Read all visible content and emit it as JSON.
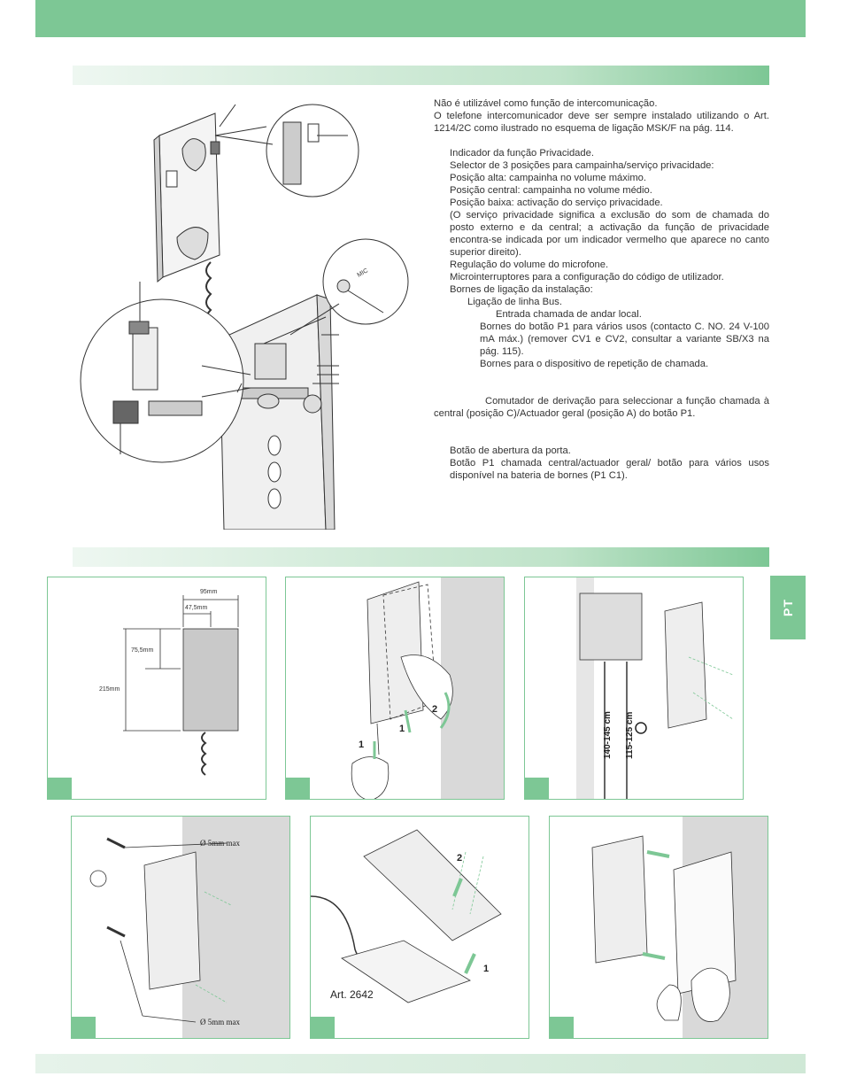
{
  "side_tab": "PT",
  "text": {
    "intro_1": "Não é utilizável como função de intercomunicação.",
    "intro_2": "O telefone intercomunicador deve ser sempre instalado utilizando o Art. 1214/2C como ilustrado no esquema de ligação MSK/F na pág. 114.",
    "items": [
      "Indicador da função Privacidade.",
      "Selector de 3 posições para campainha/serviço privacidade:",
      "Posição alta: campainha no volume máximo.",
      "Posição central: campainha no volume médio.",
      "Posição baixa: activação do serviço privacidade.",
      "(O serviço privacidade significa a exclusão do som de chamada do posto externo e da central; a activação da função de privacidade encontra-se indicada por um indicador vermelho que aparece no canto superior direito).",
      "Regulação do volume do microfone.",
      "Microinterruptores para a configuração do código de utilizador.",
      "Bornes de ligação da instalação:"
    ],
    "sub_bus": "Ligação de linha Bus.",
    "sub_floor": "Entrada chamada de andar local.",
    "sub_p1": "Bornes do botão P1 para vários usos (contacto C. NO. 24 V-100 mA máx.) (remover CV1 e CV2, consultar a variante SB/X3 na pág. 115).",
    "sub_repeat": "Bornes para o dispositivo de repetição de chamada.",
    "switch": "Comutador de derivação para seleccionar a função chamada à central (posição C)/Actuador geral (posição A) do botão P1.",
    "door": "Botão de abertura da porta.",
    "p1": "Botão P1 chamada central/actuador geral/ botão para vários usos disponível na bateria de bornes (P1 C1)."
  },
  "figure_main": {
    "mic_label": "MIC"
  },
  "panels": {
    "dimensions": {
      "width": "95mm",
      "half": "47,5mm",
      "top": "75,5mm",
      "height": "215mm"
    },
    "open": {
      "step1a": "1",
      "step1b": "1",
      "step2": "2"
    },
    "heights": {
      "h1": "140-145 cm",
      "h2": "115-125 cm"
    },
    "fixing": {
      "label_top": "Ø 5mm max",
      "label_bottom": "Ø 5mm max"
    },
    "table": {
      "art": "Art. 2642",
      "step1": "1",
      "step2": "2"
    }
  }
}
